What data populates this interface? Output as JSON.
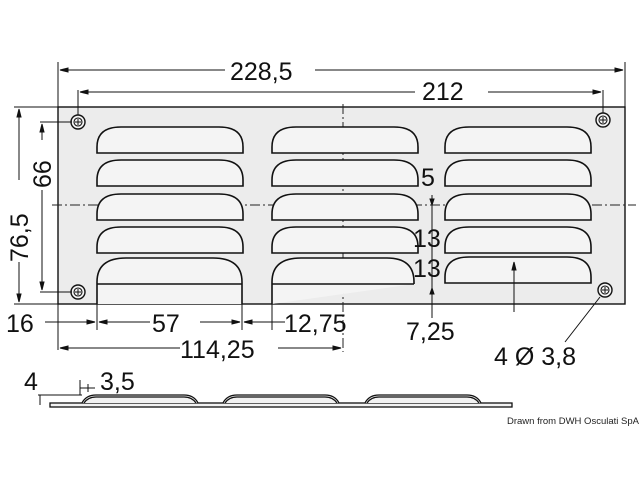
{
  "drawing": {
    "subject": "louvered ventilation grille",
    "colors": {
      "background": "#ffffff",
      "panel_fill": "#ececec",
      "line": "#111111"
    },
    "louver_columns": 3,
    "louver_rows": 5,
    "screw_holes": 4
  },
  "dimensions": {
    "overall_width": "228,5",
    "hole_spacing_width": "212",
    "overall_height": "76,5",
    "hole_spacing_height": "66",
    "edge_to_louver": "16",
    "louver_length": "57",
    "half_width": "114,25",
    "louver_gap": "12,75",
    "louver_pitch_top": "5",
    "louver_pitch_1": "13",
    "louver_pitch_2": "13",
    "bottom_offset": "7,25",
    "holes_note": "4 Ø 3,8",
    "profile_thickness": "4",
    "profile_raise": "3,5"
  },
  "credit": "Drawn from DWH Osculati SpA"
}
